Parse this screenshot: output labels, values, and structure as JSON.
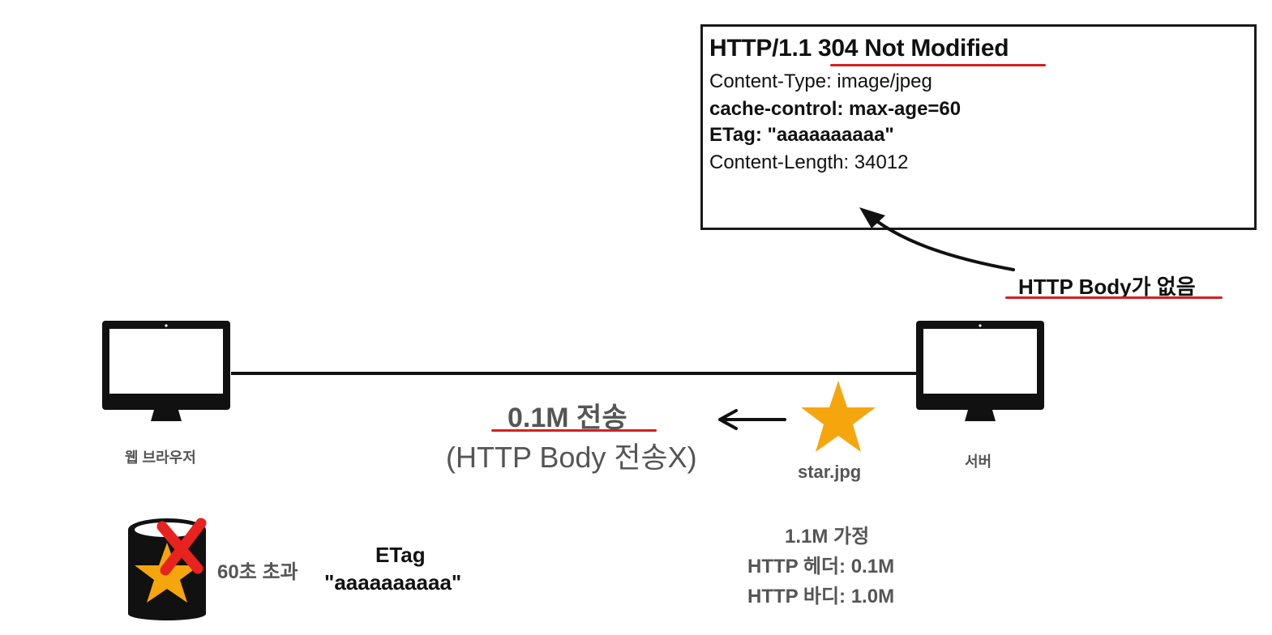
{
  "response": {
    "status_prefix": "HTTP/1.1",
    "status_code": "304 Not Modified",
    "headers": [
      "Content-Type: image/jpeg",
      "cache-control: max-age=60",
      "ETag: \"aaaaaaaaaa\"",
      "Content-Length: 34012"
    ]
  },
  "annotations": {
    "no_body": "HTTP Body가 없음"
  },
  "client": {
    "label": "웹 브라우저"
  },
  "server": {
    "label": "서버"
  },
  "transfer": {
    "size": "0.1M 전송",
    "note": "(HTTP Body 전송X)"
  },
  "resource": {
    "filename": "star.jpg",
    "star_color": "#F5A60D"
  },
  "assumption": {
    "title": "1.1M 가정",
    "header_size": "HTTP 헤더: 0.1M",
    "body_size": "HTTP 바디: 1.0M"
  },
  "cache": {
    "expired": "60초 초과",
    "etag_label": "ETag",
    "etag_value": "\"aaaaaaaaaa\"",
    "x_color": "#E8231F"
  },
  "colors": {
    "accent_red": "#D42020",
    "ink": "#111111",
    "gray_text": "#555555"
  }
}
